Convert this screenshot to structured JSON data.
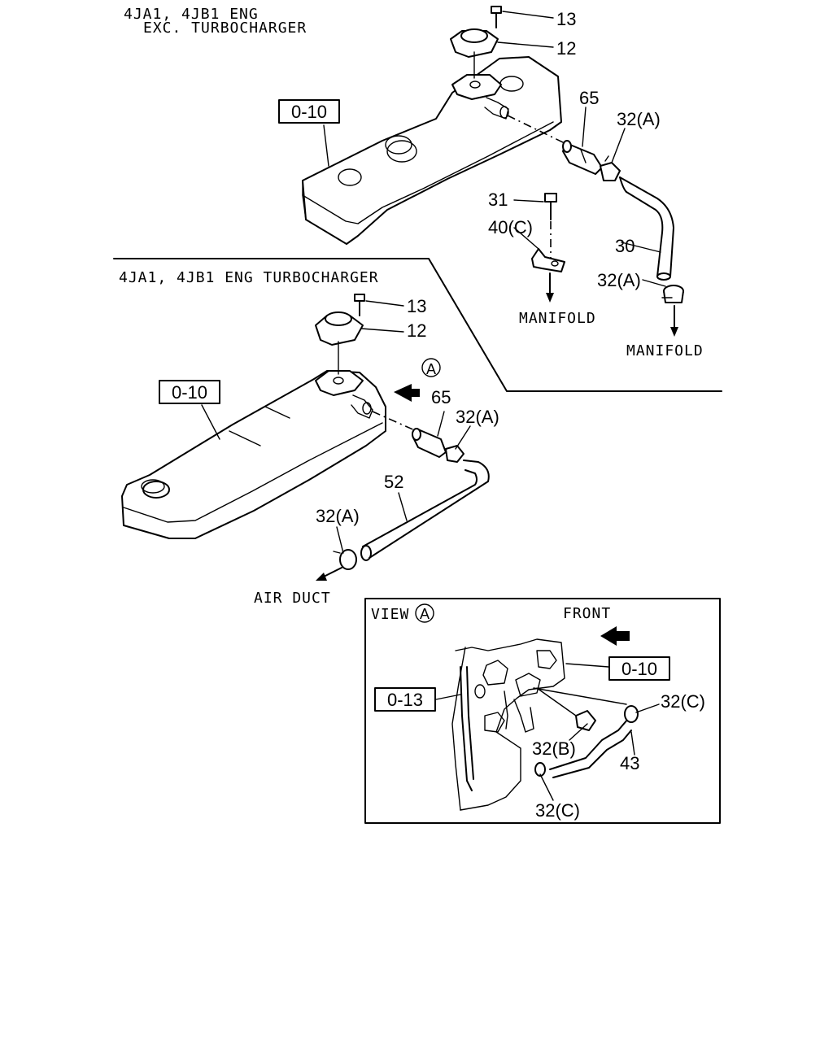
{
  "titles": {
    "exc_line1": "4JA1, 4JB1 ENG",
    "exc_line2": "EXC. TURBOCHARGER",
    "turbo": "4JA1, 4JB1 ENG TURBOCHARGER"
  },
  "view": {
    "word": "VIEW",
    "letter": "A",
    "front": "FRONT"
  },
  "markers": {
    "a": "A"
  },
  "refs": {
    "r010a": "0-10",
    "r010b": "0-10",
    "r010c": "0-10",
    "r013": "0-13"
  },
  "destinations": {
    "manifold1": "MANIFOLD",
    "manifold2": "MANIFOLD",
    "air_duct": "AIR DUCT"
  },
  "parts": {
    "p13a": "13",
    "p12a": "12",
    "p65a": "65",
    "p32a1": "32(A)",
    "p31": "31",
    "p40c": "40(C)",
    "p30": "30",
    "p32a2": "32(A)",
    "p13b": "13",
    "p12b": "12",
    "p65b": "65",
    "p32a3": "32(A)",
    "p52": "52",
    "p32a4": "32(A)",
    "p32c1": "32(C)",
    "p32b": "32(B)",
    "p43": "43",
    "p32c2": "32(C)"
  }
}
